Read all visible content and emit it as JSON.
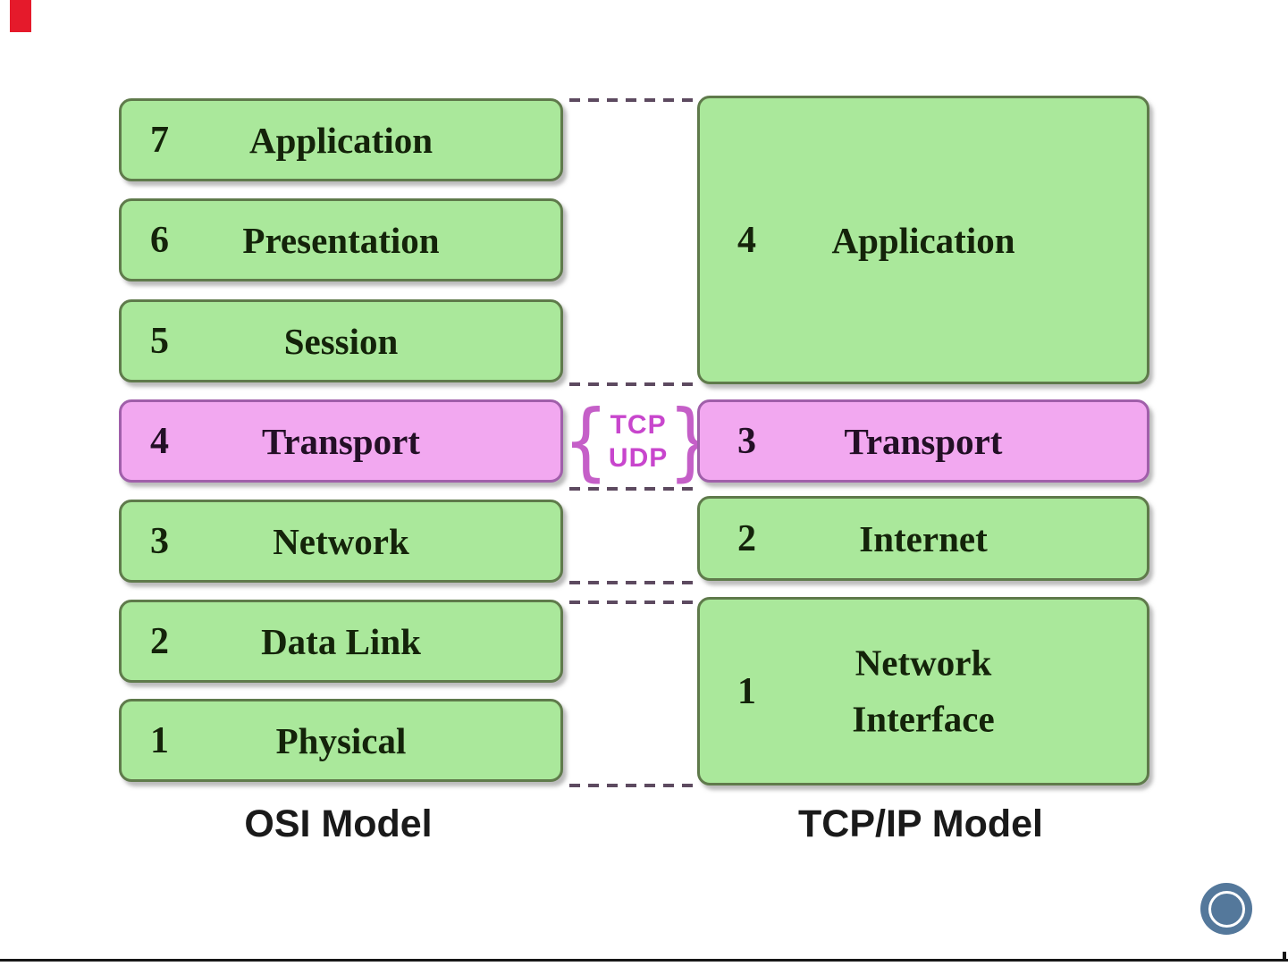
{
  "osi_model": {
    "title": "OSI Model",
    "layers": [
      {
        "number": "7",
        "label": "Application",
        "color": "green"
      },
      {
        "number": "6",
        "label": "Presentation",
        "color": "green"
      },
      {
        "number": "5",
        "label": "Session",
        "color": "green"
      },
      {
        "number": "4",
        "label": "Transport",
        "color": "pink"
      },
      {
        "number": "3",
        "label": "Network",
        "color": "green"
      },
      {
        "number": "2",
        "label": "Data Link",
        "color": "green"
      },
      {
        "number": "1",
        "label": "Physical",
        "color": "green"
      }
    ]
  },
  "tcpip_model": {
    "title": "TCP/IP Model",
    "layers": [
      {
        "number": "4",
        "label": "Application",
        "color": "green"
      },
      {
        "number": "3",
        "label": "Transport",
        "color": "pink"
      },
      {
        "number": "2",
        "label": "Internet",
        "color": "green"
      },
      {
        "number": "1",
        "label_lines": [
          "Network",
          "Interface"
        ],
        "color": "green"
      }
    ]
  },
  "connector": {
    "protocols": [
      "TCP",
      "UDP"
    ],
    "brace_open": "{",
    "brace_close": "}"
  },
  "colors": {
    "green_fill": "#aae89b",
    "green_border": "#5f7a4b",
    "pink_fill": "#f2a8f0",
    "pink_border": "#a05faa",
    "dashed_line": "#5d4a60",
    "protocol_text": "#c846cd",
    "box_text": "#14230a",
    "title_text": "#1a1a1a",
    "circle": "#54789b",
    "corner_marker": "#e51a2b"
  }
}
